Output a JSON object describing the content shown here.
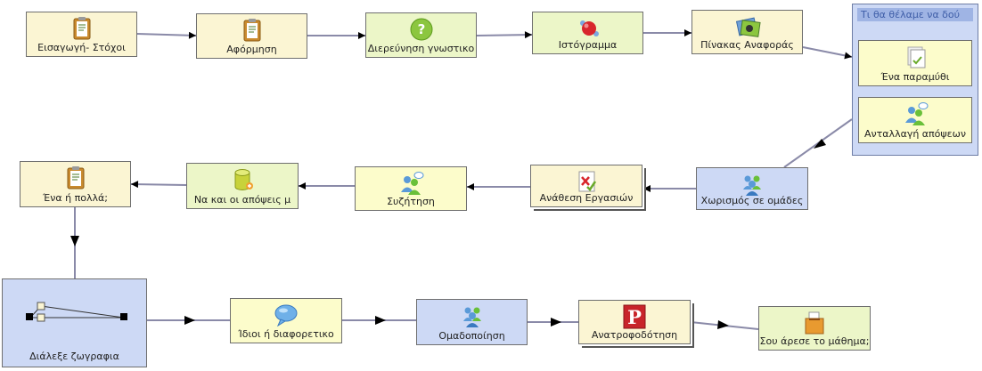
{
  "diagram": {
    "nodes": {
      "eisagogi": "Εισαγωγή- Στόχοι",
      "aformisi": "Αφόρμηση",
      "dierevnisi": "Διερεύνηση γνωστικο",
      "istogramma": "Ιστόγραμμα",
      "pinakas": "Πίνακας Αναφοράς",
      "gate_title": "Τι θα θέλαμε να δού",
      "paramythi": "Ένα παραμύθι",
      "antallagi": "Ανταλλαγή απόψεων",
      "xorismos": "Χωρισμός σε ομάδες",
      "anathesi": "Ανάθεση Εργασιών",
      "syzitisi": "Συζήτηση",
      "apopseis": "Να και οι απόψεις μ",
      "ena_polla": "Ένα ή πολλά;",
      "dialexe": "Διάλεξε ζωγραφια",
      "idioi": "Ίδιοι ή διαφορετικο",
      "omadopoiisi": "Ομαδοποίηση",
      "anatrofodotisi": "Ανατροφοδότηση",
      "areso": "Σου άρεσε το μάθημα;"
    },
    "icons": {
      "eisagogi": "clipboard-icon",
      "aformisi": "clipboard-icon",
      "dierevnisi": "question-icon",
      "istogramma": "molecule-icon",
      "pinakas": "image-icon",
      "paramythi": "pages-icon",
      "antallagi": "chat-people-icon",
      "xorismos": "group-icon",
      "anathesi": "assignment-icon",
      "syzitisi": "chat-people-icon",
      "apopseis": "database-icon",
      "ena_polla": "clipboard-icon",
      "dialexe": "branch-icon",
      "idioi": "speech-bubble-icon",
      "omadopoiisi": "group-icon",
      "anatrofodotisi": "p-logo-icon",
      "areso": "vote-box-icon"
    },
    "colors": {
      "activity": "#fbf5d3",
      "tool": "#ecf6c8",
      "group": "#cdd9f5",
      "gate": "#cdd9f5",
      "connector": "#8a8aa8",
      "arrowhead": "#000000"
    }
  }
}
